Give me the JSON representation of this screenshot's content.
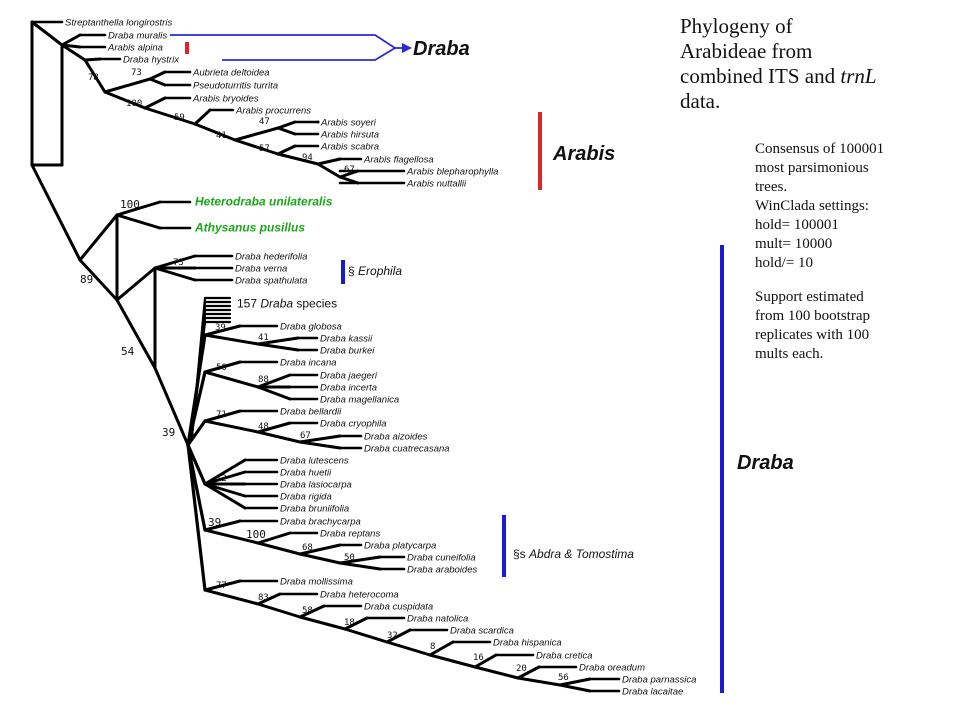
{
  "title": {
    "line1": "Phylogeny of",
    "line2": "Arabideae from",
    "line3": "combined ITS and ",
    "line3_italic": "trnL",
    "line4": "data."
  },
  "notes": {
    "consensus_1": "Consensus of 100001",
    "consensus_2": "most parsimonious",
    "consensus_3": "trees.",
    "winclada": "WinClada settings:",
    "hold": "hold= 100001",
    "mult": "mult= 10000",
    "holdper": "hold/= 10",
    "support_1": "Support estimated",
    "support_2": "from 100 bootstrap",
    "support_3": "replicates with 100",
    "support_4": "mults each."
  },
  "clade_labels": {
    "draba_top": "Draba",
    "arabis": "Arabis",
    "draba_main": "Draba",
    "erophila_prefix": "§ ",
    "erophila": "Erophila",
    "abdra_prefix": "§s ",
    "abdra": "Abdra & Tomostima"
  },
  "colors": {
    "branch": "#000000",
    "red_bar": "#e0242b",
    "blue_bar": "#1a1ad6",
    "green_taxa": "#18a818",
    "blue_arrow": "#2a2ad8"
  },
  "taxa": [
    {
      "id": "streptanthella",
      "name": "Streptanthella longirostris"
    },
    {
      "id": "draba_muralis",
      "name": "Draba muralis"
    },
    {
      "id": "arabis_alpina",
      "name": "Arabis alpina"
    },
    {
      "id": "draba_hystrix",
      "name": "Draba hystrix"
    },
    {
      "id": "aubrieta",
      "name": "Aubrieta deltoidea"
    },
    {
      "id": "pseudoturritis",
      "name": "Pseudoturritis turrita"
    },
    {
      "id": "arabis_bryoides",
      "name": "Arabis bryoides"
    },
    {
      "id": "arabis_procurrens",
      "name": "Arabis procurrens"
    },
    {
      "id": "arabis_soyeri",
      "name": "Arabis soyeri"
    },
    {
      "id": "arabis_hirsuta",
      "name": "Arabis hirsuta"
    },
    {
      "id": "arabis_scabra",
      "name": "Arabis scabra"
    },
    {
      "id": "arabis_flagellosa",
      "name": "Arabis flagellosa"
    },
    {
      "id": "arabis_blepharophylla",
      "name": "Arabis blepharophylla"
    },
    {
      "id": "arabis_nuttallii",
      "name": "Arabis nuttallii"
    },
    {
      "id": "heterodraba",
      "name": "Heterodraba unilateralis"
    },
    {
      "id": "athysanus",
      "name": "Athysanus pusillus"
    },
    {
      "id": "draba_hederifolia",
      "name": "Draba hederifolia"
    },
    {
      "id": "draba_verna",
      "name": "Draba verna"
    },
    {
      "id": "draba_spathulata",
      "name": "Draba spathulata"
    },
    {
      "id": "species157",
      "name": "157 Draba species"
    },
    {
      "id": "draba_globosa",
      "name": "Draba globosa"
    },
    {
      "id": "draba_kassii",
      "name": "Draba kassii"
    },
    {
      "id": "draba_burkei",
      "name": "Draba burkei"
    },
    {
      "id": "draba_incana",
      "name": "Draba incana"
    },
    {
      "id": "draba_jaegeri",
      "name": "Draba jaegeri"
    },
    {
      "id": "draba_incerta",
      "name": "Draba incerta"
    },
    {
      "id": "draba_magellanica",
      "name": "Draba magellanica"
    },
    {
      "id": "draba_bellardii",
      "name": "Draba bellardii"
    },
    {
      "id": "draba_cryophila",
      "name": "Draba cryophila"
    },
    {
      "id": "draba_aizoides",
      "name": "Draba aizoides"
    },
    {
      "id": "draba_cuatrecasana",
      "name": "Draba cuatrecasana"
    },
    {
      "id": "draba_lutescens",
      "name": "Draba lutescens"
    },
    {
      "id": "draba_huetii",
      "name": "Draba huetii"
    },
    {
      "id": "draba_lasiocarpa",
      "name": "Draba lasiocarpa"
    },
    {
      "id": "draba_rigida",
      "name": "Draba rigida"
    },
    {
      "id": "draba_bruniifolia",
      "name": "Draba bruniifolia"
    },
    {
      "id": "draba_brachycarpa",
      "name": "Draba brachycarpa"
    },
    {
      "id": "draba_reptans",
      "name": "Draba reptans"
    },
    {
      "id": "draba_platycarpa",
      "name": "Draba platycarpa"
    },
    {
      "id": "draba_cuneifolia",
      "name": "Draba cuneifolia"
    },
    {
      "id": "draba_araboides",
      "name": "Draba araboides"
    },
    {
      "id": "draba_mollissima",
      "name": "Draba mollissima"
    },
    {
      "id": "draba_heterocoma",
      "name": "Draba heterocoma"
    },
    {
      "id": "draba_cuspidata",
      "name": "Draba cuspidata"
    },
    {
      "id": "draba_natolica",
      "name": "Draba natolica"
    },
    {
      "id": "draba_scardica",
      "name": "Draba scardica"
    },
    {
      "id": "draba_hispanica",
      "name": "Draba hispanica"
    },
    {
      "id": "draba_cretica",
      "name": "Draba cretica"
    },
    {
      "id": "draba_oreadum",
      "name": "Draba oreadum"
    },
    {
      "id": "draba_parnassica",
      "name": "Draba parnassica"
    },
    {
      "id": "draba_lacaitae",
      "name": "Draba lacaitae"
    }
  ],
  "support_values": {
    "n78": "78",
    "n73a": "73",
    "n100a": "100",
    "n59": "59",
    "n41a": "41",
    "n47": "47",
    "n57": "57",
    "n94": "94",
    "n67a": "67",
    "n89": "89",
    "n100b": "100",
    "n54": "54",
    "n73b": "73",
    "n39a": "39",
    "n39b": "39",
    "n41b": "41",
    "n50a": "50",
    "n88": "88",
    "n71": "71",
    "n48": "48",
    "n67b": "67",
    "n12": "12",
    "n39c": "39",
    "n100c": "100",
    "n68": "68",
    "n50b": "50",
    "n77": "77",
    "n83": "83",
    "n58": "58",
    "n18": "18",
    "n32": "32",
    "n8": "8",
    "n16": "16",
    "n20": "20",
    "n56": "56"
  }
}
